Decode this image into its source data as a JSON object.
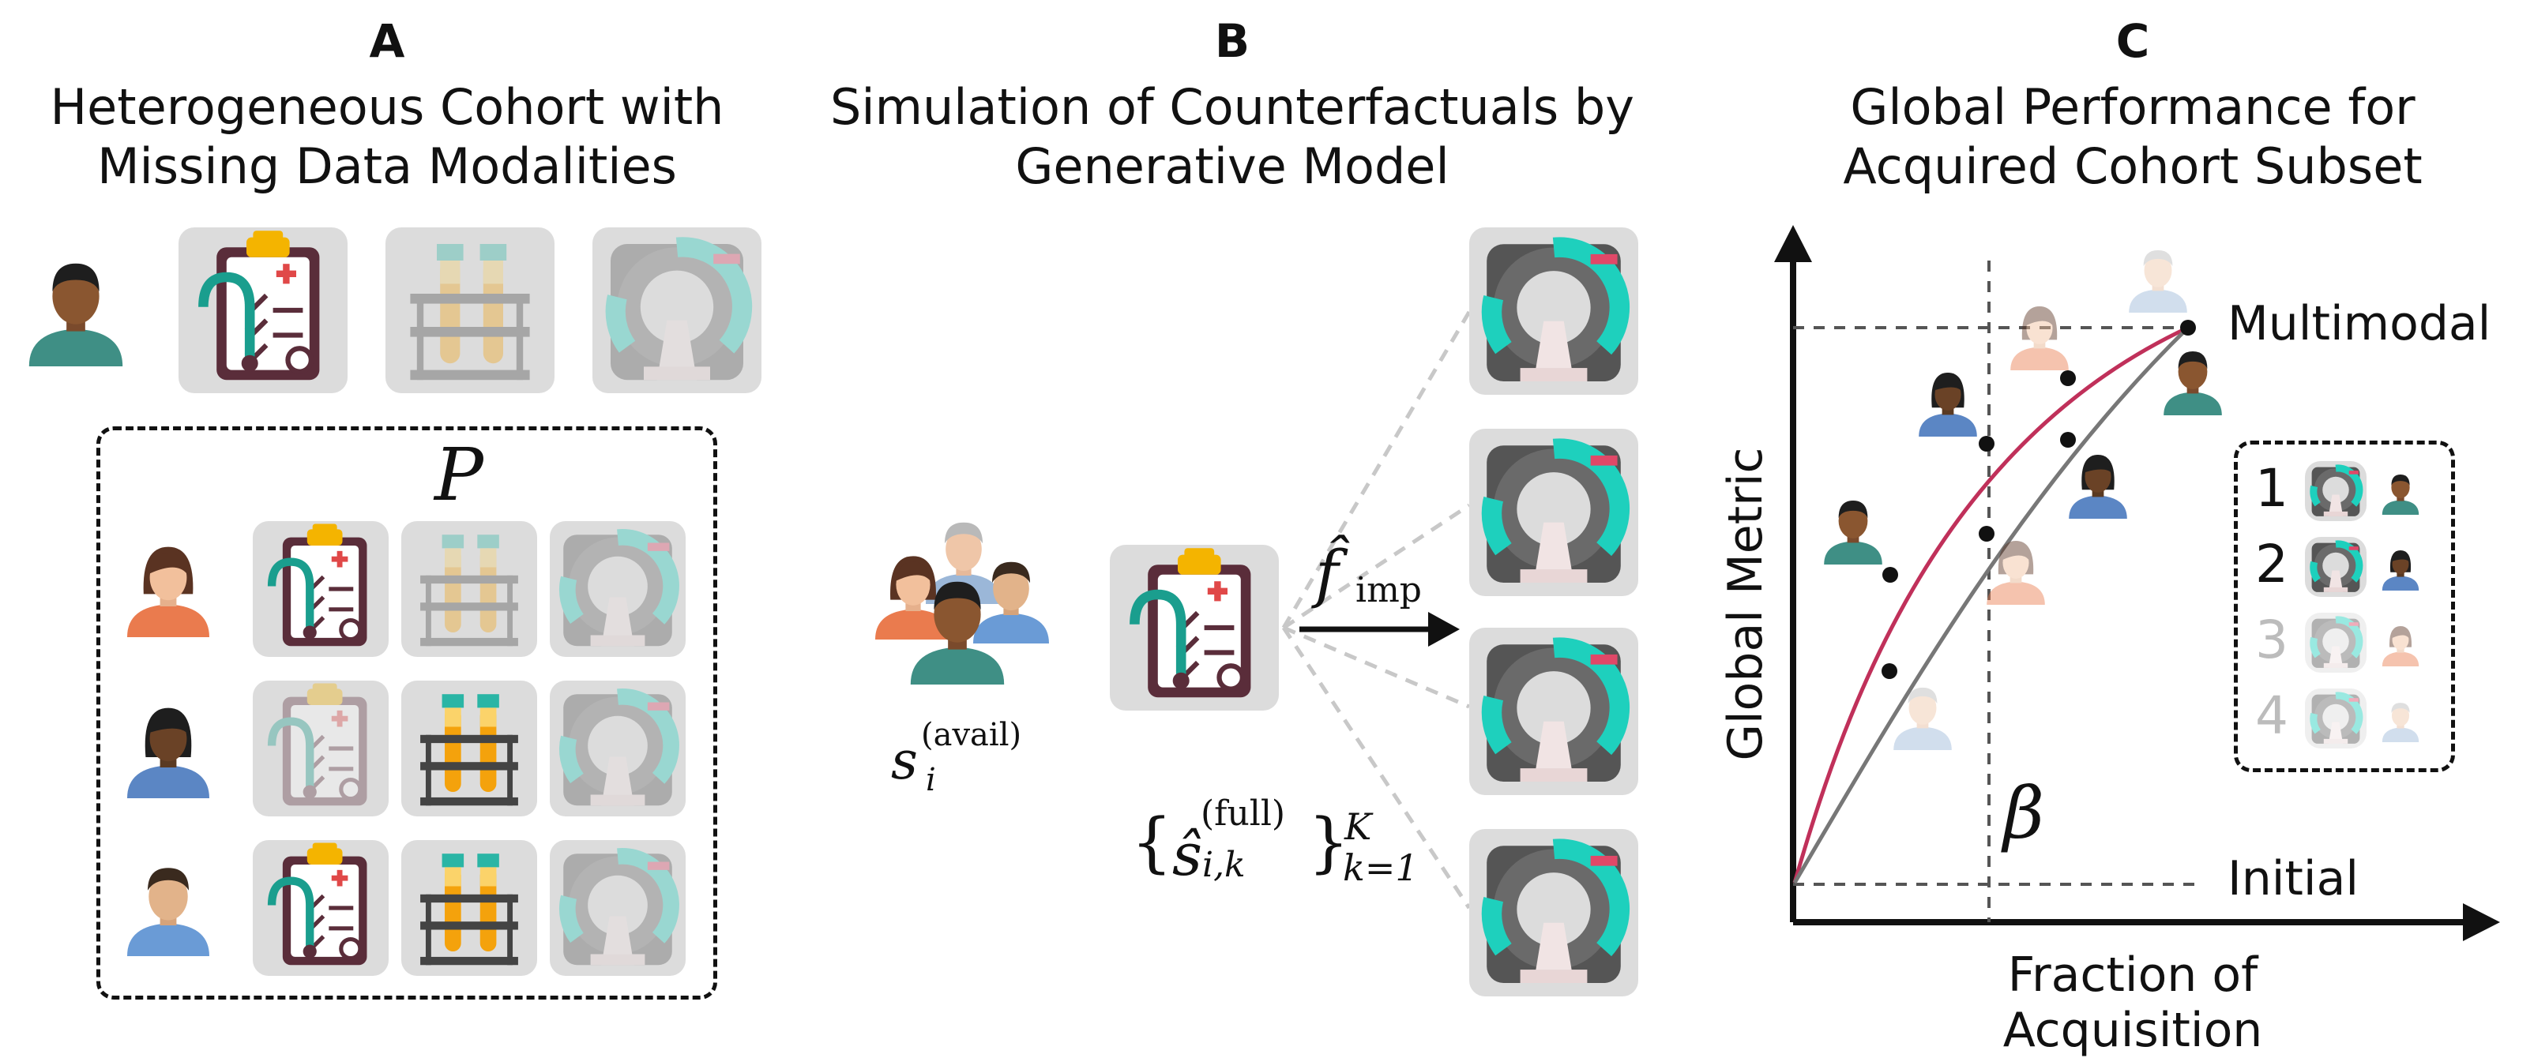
{
  "panel_a": {
    "letter": "A",
    "title_line1": "Heterogeneous Cohort with",
    "title_line2": "Missing Data Modalities",
    "matrix_label": "P"
  },
  "panel_b": {
    "letter": "B",
    "title_line1": "Simulation of Counterfactuals by",
    "title_line2": "Generative Model",
    "s_avail_base": "s",
    "s_avail_sub": "i",
    "s_avail_sup": "(avail)",
    "f_imp_base": "f̂",
    "f_imp_sub": "imp",
    "set_open": "{",
    "set_base": "ŝ",
    "set_sub": "i,k",
    "set_sup": "(full)",
    "set_close": "}",
    "set_super": "K",
    "set_lower": "k=1"
  },
  "panel_c": {
    "letter": "C",
    "title_line1": "Global Performance for",
    "title_line2": "Acquired Cohort Subset",
    "y_axis_label": "Global Metric",
    "x_axis_label": "Fraction of Acquisition",
    "multimodal_label": "Multimodal",
    "initial_label": "Initial",
    "beta_label": "β",
    "legend": [
      "1",
      "2",
      "3",
      "4"
    ]
  },
  "colors": {
    "curve_red": "#c0305a",
    "curve_gray": "#777777",
    "teal": "#2ec4b6",
    "tile_bg": "#dcdcdc"
  },
  "icons": [
    "clipboard-icon",
    "test-tubes-icon",
    "mri-scanner-icon",
    "patient-avatar-icon"
  ]
}
